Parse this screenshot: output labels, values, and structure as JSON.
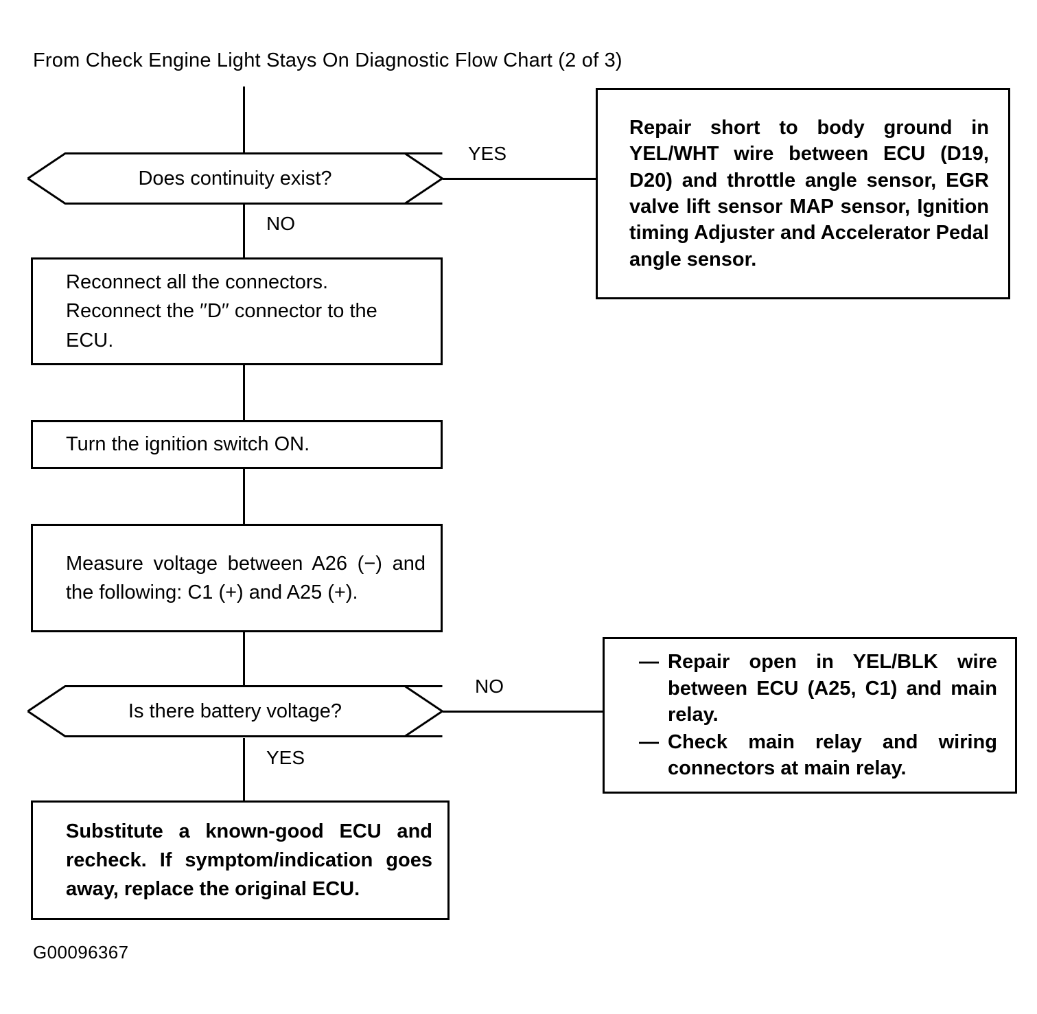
{
  "document": {
    "title": "From Check Engine Light Stays On Diagnostic Flow Chart (2 of 3)",
    "reference_code": "G00096367"
  },
  "flow": {
    "decision_1": {
      "text": "Does continuity exist?",
      "yes_label": "YES",
      "no_label": "NO"
    },
    "result_1": {
      "text": "Repair short to body ground in YEL/WHT wire between ECU (D19, D20) and throttle angle sensor, EGR valve lift sensor MAP sensor, Ignition timing Adjuster and Accelerator Pedal angle sensor."
    },
    "step_1": {
      "text": "Reconnect all the connectors. Reconnect the ′′D′′ connector to the ECU."
    },
    "step_2": {
      "text": "Turn the ignition switch ON."
    },
    "step_3": {
      "text": "Measure voltage between A26 (−) and the following: C1 (+) and A25 (+)."
    },
    "decision_2": {
      "text": "Is there battery voltage?",
      "no_label": "NO",
      "yes_label": "YES"
    },
    "result_2": {
      "dash": "—",
      "items": [
        "Repair open in YEL/BLK wire between ECU (A25, C1) and main relay.",
        "Check main relay and wiring connectors at main relay."
      ]
    },
    "step_4": {
      "text": "Substitute a known-good ECU and recheck. If symptom/indication goes away, replace the original ECU."
    }
  },
  "colors": {
    "ink": "#000000",
    "paper": "#ffffff"
  }
}
